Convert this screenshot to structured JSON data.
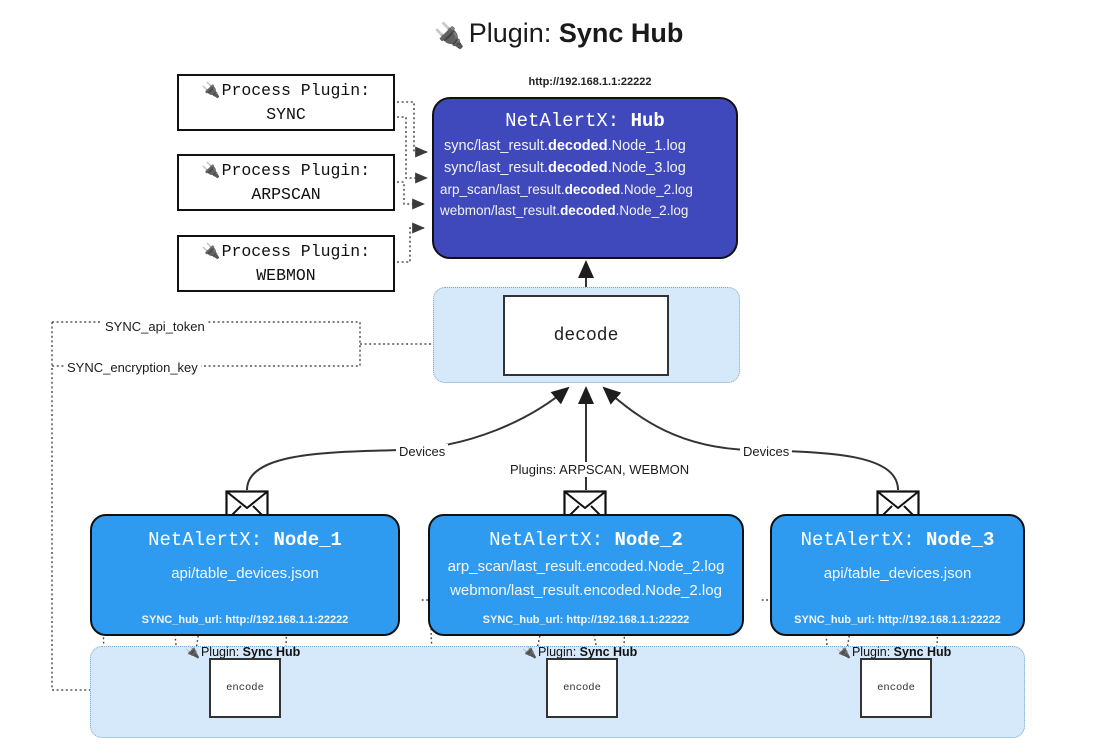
{
  "title": {
    "icon": "plug-icon",
    "lead": "Plugin: ",
    "strong": "Sync Hub"
  },
  "hub": {
    "url_caption": "http://192.168.1.1:22222",
    "name_prefix": "NetAlertX: ",
    "name": "Hub",
    "color": "#4049BC",
    "lines": [
      {
        "pre": "sync/last_result.",
        "mid": "decoded",
        "post": ".Node_1.log"
      },
      {
        "pre": "sync/last_result.",
        "mid": "decoded",
        "post": ".Node_3.log"
      },
      {
        "pre": "arp_scan/last_result.",
        "mid": "decoded",
        "post": ".Node_2.log"
      },
      {
        "pre": "webmon/last_result.",
        "mid": "decoded",
        "post": ".Node_2.log"
      }
    ]
  },
  "process_plugins": [
    {
      "icon": "plug-icon",
      "label": "Process Plugin:",
      "name": "SYNC"
    },
    {
      "icon": "plug-icon",
      "label": "Process Plugin:",
      "name": "ARPSCAN"
    },
    {
      "icon": "plug-icon",
      "label": "Process Plugin:",
      "name": "WEBMON"
    }
  ],
  "decode": {
    "label": "decode",
    "container_color": "#D6E9FA"
  },
  "secrets": [
    {
      "label": "SYNC_api_token"
    },
    {
      "label": "SYNC_encryption_key"
    }
  ],
  "edge_labels": {
    "devices_left": "Devices",
    "devices_right": "Devices",
    "plugins_mid": "Plugins: ARPSCAN, WEBMON"
  },
  "nodes": [
    {
      "name_prefix": "NetAlertX: ",
      "name": "Node_1",
      "color": "#2E9BF0",
      "lines": [
        "api/table_devices.json"
      ],
      "url_label": "SYNC_hub_url: http://192.168.1.1:22222",
      "envelope_icon": "envelope-icon"
    },
    {
      "name_prefix": "NetAlertX: ",
      "name": "Node_2",
      "color": "#2E9BF0",
      "lines": [
        "arp_scan/last_result.encoded.Node_2.log",
        "webmon/last_result.encoded.Node_2.log"
      ],
      "url_label": "SYNC_hub_url: http://192.168.1.1:22222",
      "envelope_icon": "envelope-icon"
    },
    {
      "name_prefix": "NetAlertX: ",
      "name": "Node_3",
      "color": "#2E9BF0",
      "lines": [
        "api/table_devices.json"
      ],
      "url_label": "SYNC_hub_url: http://192.168.1.1:22222",
      "envelope_icon": "envelope-icon"
    }
  ],
  "encoders": [
    {
      "icon": "plug-icon",
      "label_lead": "Plugin: ",
      "label_strong": "Sync Hub",
      "box_label": "encode"
    },
    {
      "icon": "plug-icon",
      "label_lead": "Plugin: ",
      "label_strong": "Sync Hub",
      "box_label": "encode"
    },
    {
      "icon": "plug-icon",
      "label_lead": "Plugin: ",
      "label_strong": "Sync Hub",
      "box_label": "encode"
    }
  ]
}
